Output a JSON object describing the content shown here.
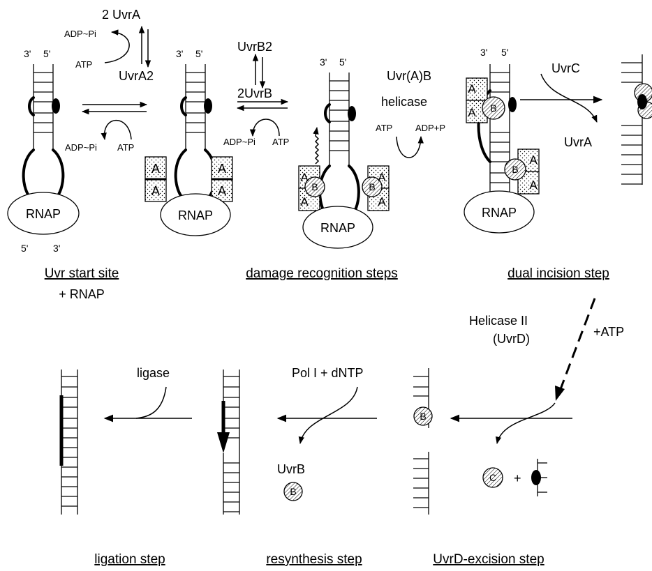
{
  "labels": {
    "two_uvra": "2 UvrA",
    "adp_pi_top": "ADP~Pi",
    "atp_top": "ATP",
    "uvra2": "UvrA2",
    "adp_pi_left": "ADP~Pi",
    "atp_left": "ATP",
    "uvrb2": "UvrB2",
    "two_uvrb": "2UvrB",
    "adp_pi_mid": "ADP~Pi",
    "atp_mid": "ATP",
    "uvr_a_b": "Uvr(A)B",
    "helicase": "helicase",
    "atp_helicase": "ATP",
    "adp_p_helicase": "ADP+P",
    "uvrc": "UvrC",
    "uvra": "UvrA",
    "helicase_ii": "Helicase II",
    "uvrd": "(UvrD)",
    "plus_atp": "+ATP",
    "ligase": "ligase",
    "pol_i": "Pol I + dNTP",
    "uvrb": "UvrB",
    "plus": "+",
    "rnap": "RNAP",
    "a": "A",
    "b": "B",
    "c": "C",
    "three_prime": "3'",
    "five_prime": "5'"
  },
  "captions": {
    "start_site_1": "Uvr start site",
    "start_site_2": "+ RNAP",
    "damage_recognition": "damage recognition steps",
    "dual_incision": "dual incision step",
    "ligation": "ligation step",
    "resynthesis": "resynthesis step",
    "excision": "UvrD-excision step"
  }
}
